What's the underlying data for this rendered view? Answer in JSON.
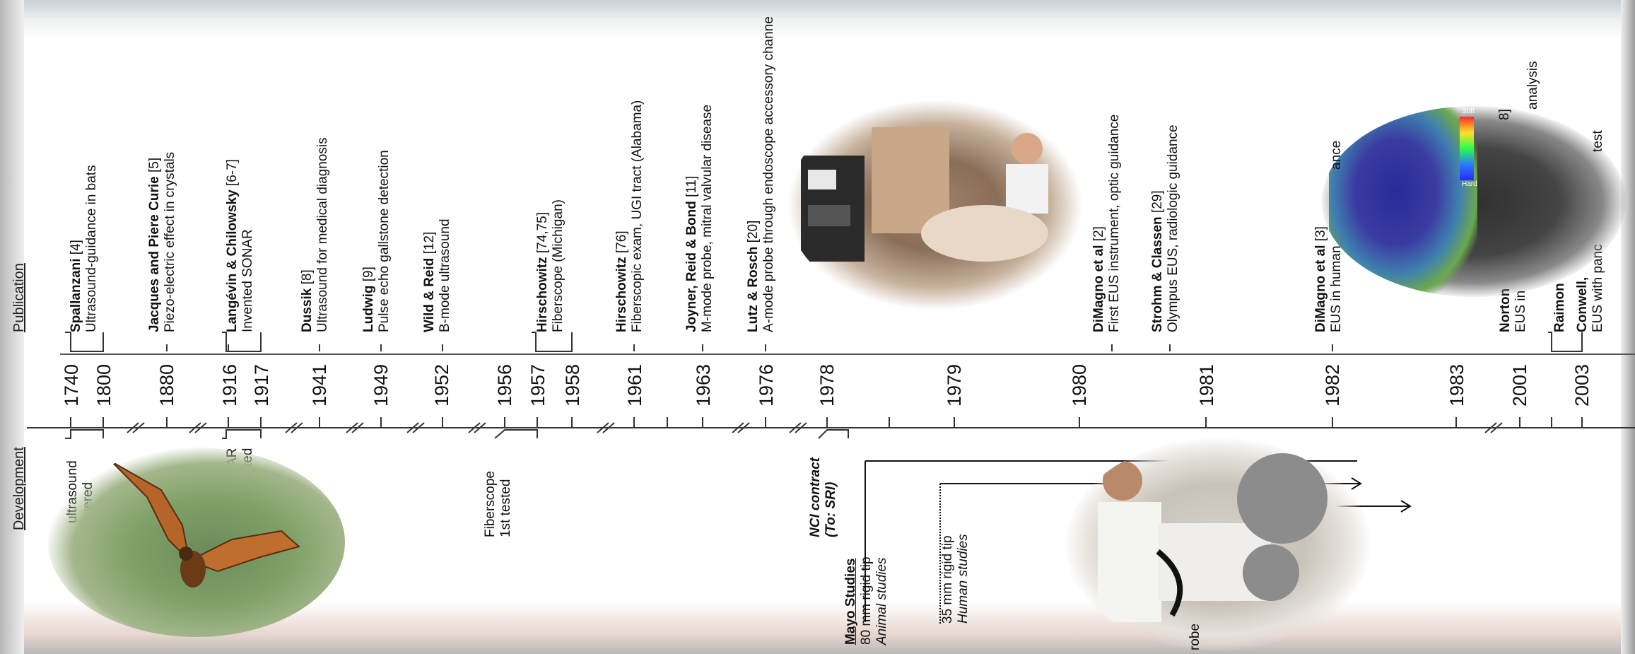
{
  "sections": {
    "publication": "Publication",
    "development": "Development"
  },
  "years": [
    "1740",
    "1800",
    "1880",
    "1916",
    "1917",
    "1941",
    "1949",
    "1952",
    "1956",
    "1957",
    "1958",
    "1961",
    "1963",
    "1976",
    "1978",
    "1979",
    "1980",
    "1981",
    "1982",
    "1983",
    "2001",
    "2003"
  ],
  "publications": [
    {
      "author": "Spallanzani",
      "ref": "[4]",
      "detail": "Ultrasound-guidance in bats"
    },
    {
      "author": "Jacques and Piere Curie",
      "ref": "[5]",
      "detail": "Piezo-electric effect in crystals"
    },
    {
      "author": "Langévin & Chilowsky",
      "ref": "[6-7]",
      "detail": "Invented SONAR"
    },
    {
      "author": "Dussik",
      "ref": "[8]",
      "detail": "Ultrasound for medical diagnosis"
    },
    {
      "author": "Ludwig",
      "ref": "[9]",
      "detail": "Pulse echo gallstone detection"
    },
    {
      "author": "Wild & Reid",
      "ref": "[12]",
      "detail": "B-mode ultrasound"
    },
    {
      "author": "Hirschowitz",
      "ref": "[74,75]",
      "detail": "Fiberscope (Michigan)"
    },
    {
      "author": "Hirschowitz",
      "ref": "[76]",
      "detail": "Fiberscopic exam, UGI tract (Alabama)"
    },
    {
      "author": "Joyner, Reid & Bond",
      "ref": "[11]",
      "detail": "M-mode probe, mitral valvular disease"
    },
    {
      "author": "Lutz & Rosch",
      "ref": "[20]",
      "detail": "A-mode probe through endoscope accessory channe"
    },
    {
      "author": "DiMagno et al",
      "ref": "[2]",
      "detail": "First EUS instrument, optic guidance"
    },
    {
      "author": "Strohm & Classen",
      "ref": "[29]",
      "detail": "Olympus EUS, radiologic guidance"
    },
    {
      "author": "DiMagno et al",
      "ref": "[3]",
      "detail": "EUS in human"
    },
    {
      "author": "Norton",
      "ref": "",
      "detail": "EUS in"
    },
    {
      "author": "Raimon",
      "ref": "",
      "detail": ""
    },
    {
      "author": "Conwell,",
      "ref": "",
      "detail": "EUS with panc"
    }
  ],
  "partials": {
    "p_analysis": "analysis",
    "p_8": "8]",
    "p_test": "test",
    "p_ance": "ance"
  },
  "developments": {
    "ultrasound_1": "ultrasound",
    "ultrasound_2": "overed",
    "sonar_1": "AR",
    "sonar_2": "ted",
    "fiberscope_1": "Fiberscope",
    "fiberscope_2": "1st tested",
    "nci_1": "NCI contract",
    "nci_2": "(To: SRI)",
    "mayo_title": "Mayo Studies",
    "mayo_80": "80 mm rigid tip",
    "mayo_animal": "Animal studies",
    "mayo_35": "35 mm rigid tip",
    "mayo_human": "Human studies",
    "probe": "robe"
  },
  "elastography": {
    "soft": "Soft",
    "hard": "Hard"
  },
  "colors": {
    "axis": "#333333",
    "bat_body": "#b5652a",
    "elasto_blue": "#3a3aa0"
  }
}
